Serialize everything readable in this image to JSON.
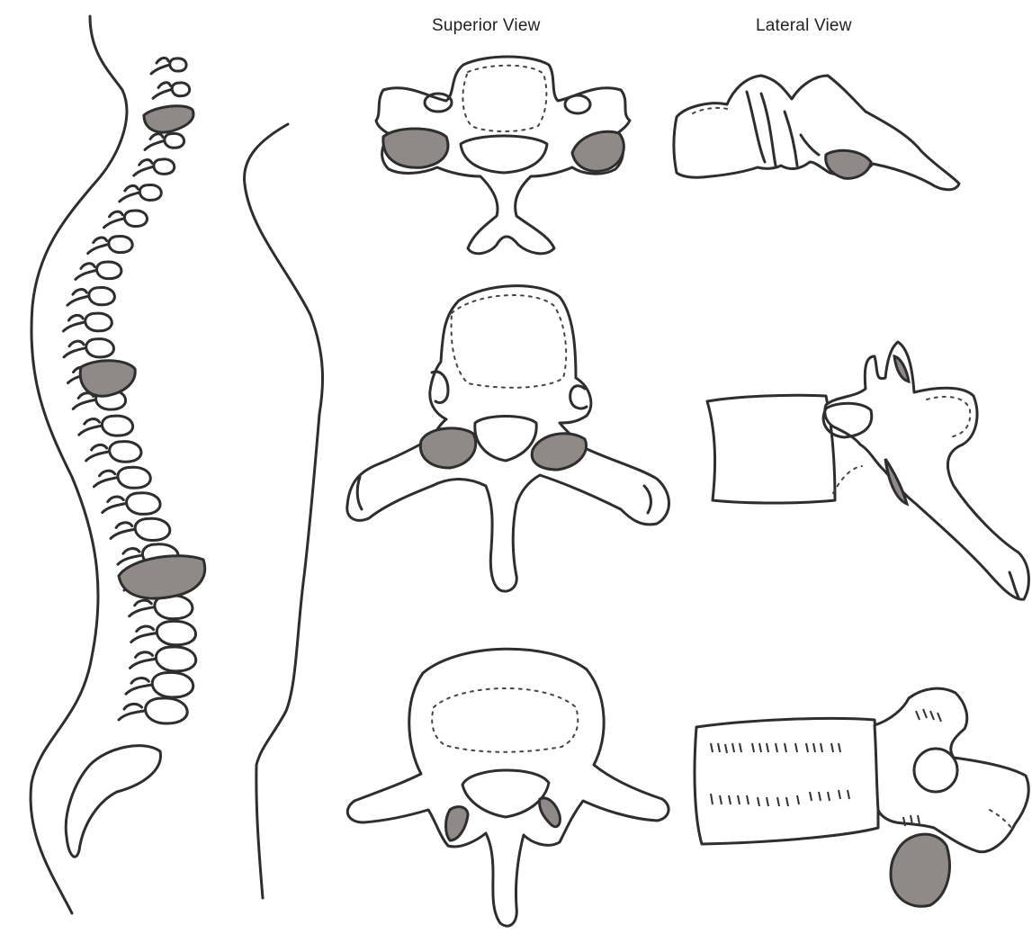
{
  "headings": {
    "superior": "Superior View",
    "lateral": "Lateral View"
  },
  "colors": {
    "outline": "#2e2e2e",
    "shaded_region": "#8f8a88",
    "background": "#ffffff"
  },
  "spine": {
    "shaded_segment_count": 3
  },
  "vertebra_rows": [
    "cervical",
    "thoracic",
    "lumbar"
  ],
  "views": [
    "superior",
    "lateral"
  ]
}
